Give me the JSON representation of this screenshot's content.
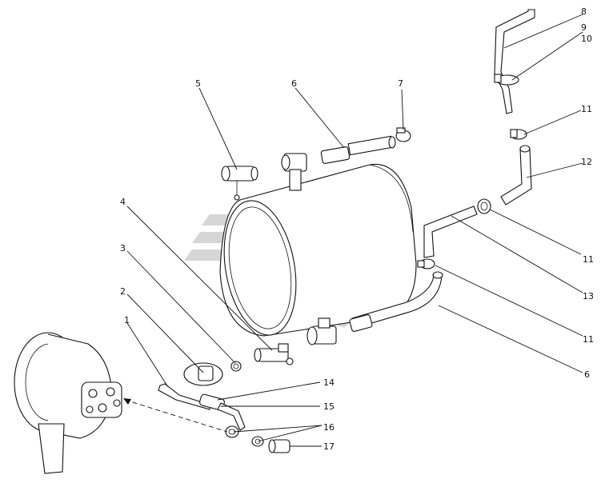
{
  "diagram": {
    "callouts": [
      {
        "id": "c1",
        "label": "1"
      },
      {
        "id": "c2",
        "label": "2"
      },
      {
        "id": "c3",
        "label": "3"
      },
      {
        "id": "c4",
        "label": "4"
      },
      {
        "id": "c5",
        "label": "5"
      },
      {
        "id": "c6a",
        "label": "6"
      },
      {
        "id": "c6b",
        "label": "6"
      },
      {
        "id": "c7",
        "label": "7"
      },
      {
        "id": "c8",
        "label": "8"
      },
      {
        "id": "c9",
        "label": "9"
      },
      {
        "id": "c10",
        "label": "10"
      },
      {
        "id": "c11a",
        "label": "11"
      },
      {
        "id": "c11b",
        "label": "11"
      },
      {
        "id": "c11c",
        "label": "11"
      },
      {
        "id": "c12",
        "label": "12"
      },
      {
        "id": "c13",
        "label": "13"
      },
      {
        "id": "c14",
        "label": "14"
      },
      {
        "id": "c15",
        "label": "15"
      },
      {
        "id": "c16",
        "label": "16"
      },
      {
        "id": "c17",
        "label": "17"
      }
    ],
    "colors": {
      "ink": "#111111",
      "watermark": "#cfcfcf",
      "background": "#ffffff"
    }
  }
}
